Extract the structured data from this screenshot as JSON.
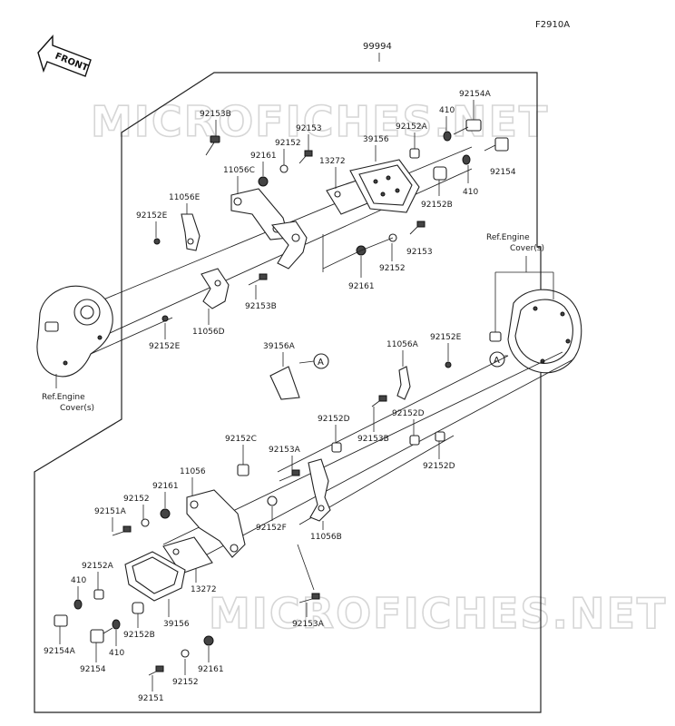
{
  "figure_code": "F2910A",
  "assembly_number": "99994",
  "direction_label": "FRONT",
  "watermark": "MICROFICHES.NET",
  "ref_labels": {
    "ref_left": "Ref.Engine\nCover(s)",
    "ref_right": "Ref.Engine\nCover(s)"
  },
  "marker": "A",
  "parts": {
    "p92153B_top": "92153B",
    "p92161_top": "92161",
    "p92152_top": "92152",
    "p92153_top": "92153",
    "p11056C": "11056C",
    "p13272_top": "13272",
    "p39156_top": "39156",
    "p92152A_top": "92152A",
    "p410_top1": "410",
    "p92154A_top": "92154A",
    "p92154_top": "92154",
    "p410_top2": "410",
    "p92152B_top": "92152B",
    "p11056E": "11056E",
    "p92152E_left": "92152E",
    "p92153_mid": "92153",
    "p92152_mid": "92152",
    "p92161_mid": "92161",
    "p92153B_mid": "92153B",
    "p11056D": "11056D",
    "p92152E_low": "92152E",
    "p39156A": "39156A",
    "p11056A": "11056A",
    "p92152E_right": "92152E",
    "p92152D_1": "92152D",
    "p92152D_2": "92152D",
    "p92153B_r": "92153B",
    "p92152D_3": "92152D",
    "p92152C": "92152C",
    "p92153A_1": "92153A",
    "p11056": "11056",
    "p92161_b": "92161",
    "p92152_b": "92152",
    "p92151A": "92151A",
    "p92152F": "92152F",
    "p11056B": "11056B",
    "p92152A_b": "92152A",
    "p410_b1": "410",
    "p13272_b": "13272",
    "p39156_b": "39156",
    "p92152B_b": "92152B",
    "p92154A_b": "92154A",
    "p92154_b": "92154",
    "p410_b2": "410",
    "p92161_b2": "92161",
    "p92152_b2": "92152",
    "p92151": "92151",
    "p92153A_2": "92153A"
  }
}
